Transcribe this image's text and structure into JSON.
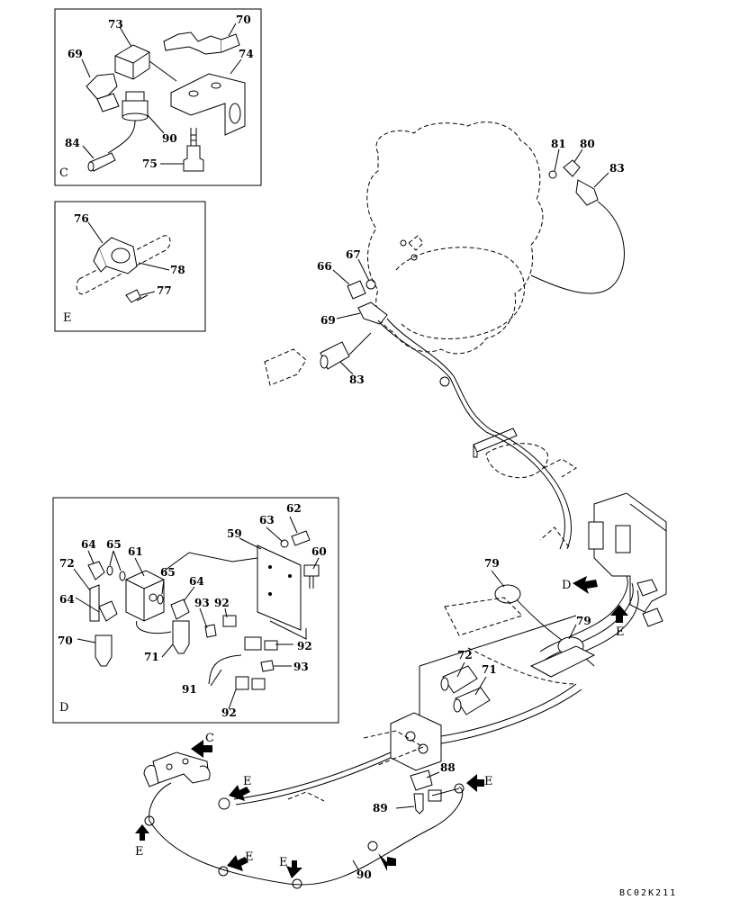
{
  "drawing_code": "BC02K211",
  "detail_frames": [
    {
      "id": "C",
      "label": "C"
    },
    {
      "id": "E",
      "label": "E"
    },
    {
      "id": "D",
      "label": "D"
    }
  ],
  "frame_c_callouts": [
    "73",
    "70",
    "69",
    "74",
    "90",
    "84",
    "75"
  ],
  "frame_e_callouts": [
    "76",
    "78",
    "77"
  ],
  "frame_d_callouts": [
    "62",
    "63",
    "59",
    "60",
    "64",
    "65",
    "61",
    "72",
    "65",
    "64",
    "64",
    "93",
    "92",
    "70",
    "71",
    "92",
    "93",
    "91",
    "92"
  ],
  "main_callouts": [
    "81",
    "80",
    "83",
    "67",
    "66",
    "69",
    "83",
    "79",
    "79",
    "72",
    "71",
    "88",
    "89",
    "90"
  ],
  "view_arrows": [
    "D",
    "E",
    "C",
    "E",
    "E",
    "E",
    "E",
    "E"
  ]
}
